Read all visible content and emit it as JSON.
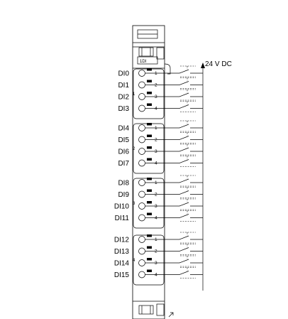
{
  "supply": {
    "label": "24 V DC"
  },
  "module": {
    "tag": "1DI"
  },
  "channels": [
    "DI0",
    "DI1",
    "DI2",
    "DI3",
    "DI4",
    "DI5",
    "DI6",
    "DI7",
    "DI8",
    "DI9",
    "DI10",
    "DI11",
    "DI12",
    "DI13",
    "DI14",
    "DI15"
  ],
  "terminal_numbers": [
    "1",
    "2",
    "3",
    "4"
  ],
  "group_numbers": [
    "1",
    "2",
    "3",
    "4"
  ]
}
